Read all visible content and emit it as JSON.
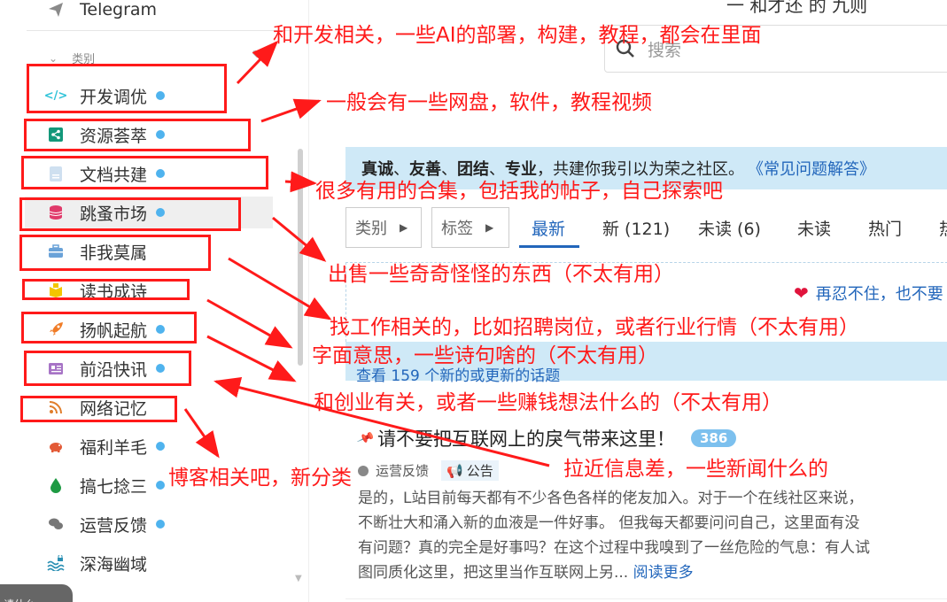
{
  "sidebar": {
    "telegram": "Telegram",
    "category_header": "类别",
    "categories": [
      {
        "label": "开发调优",
        "icon": "code-icon",
        "color": "#2fc3d8"
      },
      {
        "label": "资源荟萃",
        "icon": "share-icon",
        "color": "#13987a"
      },
      {
        "label": "文档共建",
        "icon": "document-icon",
        "color": "#a9c8e6"
      },
      {
        "label": "跳蚤市场",
        "icon": "coins-icon",
        "color": "#e03a6a"
      },
      {
        "label": "非我莫属",
        "icon": "briefcase-icon",
        "color": "#6aa2d8"
      },
      {
        "label": "读书成诗",
        "icon": "book-icon",
        "color": "#f3c700"
      },
      {
        "label": "扬帆起航",
        "icon": "rocket-icon",
        "color": "#f07c27"
      },
      {
        "label": "前沿快讯",
        "icon": "newspaper-icon",
        "color": "#a774c6"
      },
      {
        "label": "网络记忆",
        "icon": "rss-icon",
        "color": "#e07d2b"
      },
      {
        "label": "福利羊毛",
        "icon": "piggy-bank-icon",
        "color": "#e35a36"
      },
      {
        "label": "搞七捻三",
        "icon": "drop-icon",
        "color": "#1e9a43"
      },
      {
        "label": "运营反馈",
        "icon": "comments-icon",
        "color": "#777777"
      },
      {
        "label": "深海幽域",
        "icon": "water-lock-icon",
        "color": "#2a8fb3"
      }
    ],
    "footer_button": "请什么"
  },
  "header": {
    "top_cut_text": "一 和才还 的 九则",
    "search_placeholder": "搜索"
  },
  "banner": {
    "w1": "真诚",
    "sep1": "、",
    "w2": "友善",
    "sep2": "、",
    "w3": "团结",
    "sep3": "、",
    "w4": "专业",
    "rest": "，共建你我引以为荣之社区。",
    "faq": "《常见问题解答》"
  },
  "nav": {
    "category_dropdown": "类别",
    "tag_dropdown": "标签",
    "tabs": [
      "最新",
      "新 (121)",
      "未读 (6)",
      "未读",
      "热门",
      "热"
    ]
  },
  "notice": {
    "heart_text": "再忍不住，也不要"
  },
  "new_topics": "查看 159 个新的或更新的话题",
  "topic": {
    "title": "请不要把互联网上的戾气带来这里！",
    "reply_count": "386",
    "category": "运营反馈",
    "tag": "公告",
    "excerpt": "是的，L站目前每天都有不少各色各样的佬友加入。对于一个在线社区来说，\n不断壮大和涌入新的血液是一件好事。 但我每天都要问问自己，这里面有没\n有问题？真的完全是好事吗？在这个过程中我嗅到了一丝危险的气息：有人试\n图同质化这里，把这里当作互联网上另...",
    "read_more": "阅读更多"
  },
  "annotations": {
    "dev": "和开发相关，一些AI的部署，构建，教程，都会在里面",
    "resources": "一般会有一些网盘，软件，教程视频",
    "docs": "很多有用的合集，包括我的帖子，自己探索吧",
    "market": "出售一些奇奇怪怪的东西（不太有用）",
    "jobs": "找工作相关的，比如招聘岗位，或者行业行情（不太有用）",
    "poems": "字面意思，一些诗句啥的（不太有用）",
    "startup": "和创业有关，或者一些赚钱想法什么的（不太有用）",
    "news": "拉近信息差，一些新闻什么的",
    "blog": "博客相关吧，新分类"
  }
}
